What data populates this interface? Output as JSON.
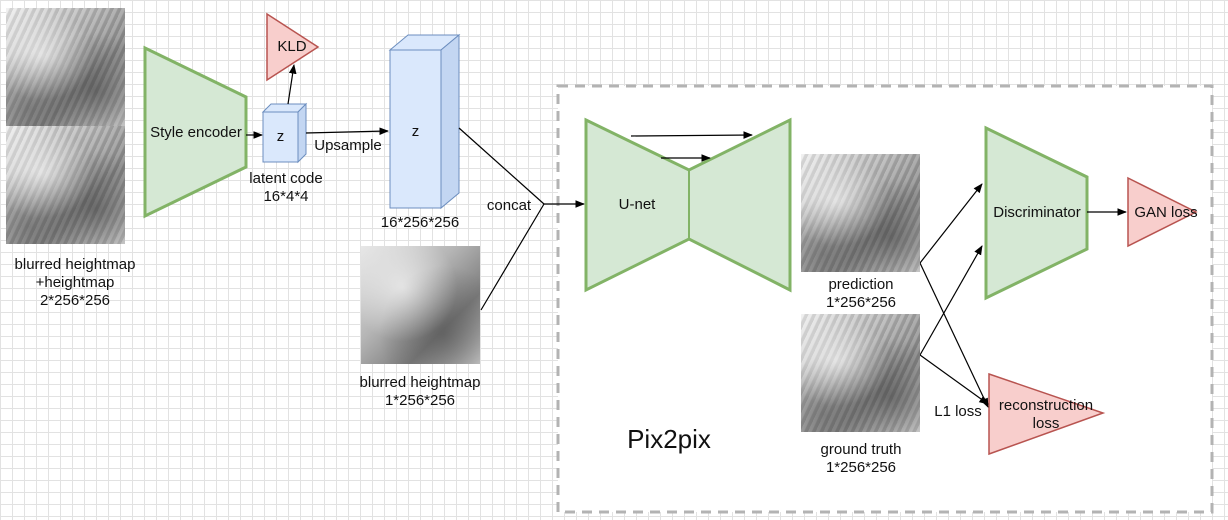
{
  "inputs": {
    "combined_label_line1": "blurred heightmap",
    "combined_label_line2": "+heightmap",
    "combined_label_line3": "2*256*256",
    "blurred_label_line1": "blurred heightmap",
    "blurred_label_line2": "1*256*256"
  },
  "encoder": {
    "label": "Style encoder"
  },
  "latent": {
    "symbol": "z",
    "label_line1": "latent code",
    "label_line2": "16*4*4"
  },
  "kld": {
    "label": "KLD"
  },
  "upsample": {
    "label": "Upsample"
  },
  "volume": {
    "symbol": "z",
    "label": "16*256*256"
  },
  "concat": {
    "label": "concat"
  },
  "pix2pix": {
    "title": "Pix2pix",
    "unet_label": "U-net",
    "prediction_line1": "prediction",
    "prediction_line2": "1*256*256",
    "ground_truth_line1": "ground truth",
    "ground_truth_line2": "1*256*256",
    "discriminator_label": "Discriminator",
    "gan_loss_label": "GAN loss",
    "l1_loss_label": "L1 loss",
    "reconstruction_line1": "reconstruction",
    "reconstruction_line2": "loss"
  },
  "colors": {
    "green_fill": "#d5e8d4",
    "green_stroke": "#82b366",
    "red_fill": "#f8cecc",
    "red_stroke": "#b85450",
    "blue_fill": "#dae8fc",
    "blue_stroke": "#6c8ebf",
    "dashed_border": "#b3b3b3"
  }
}
